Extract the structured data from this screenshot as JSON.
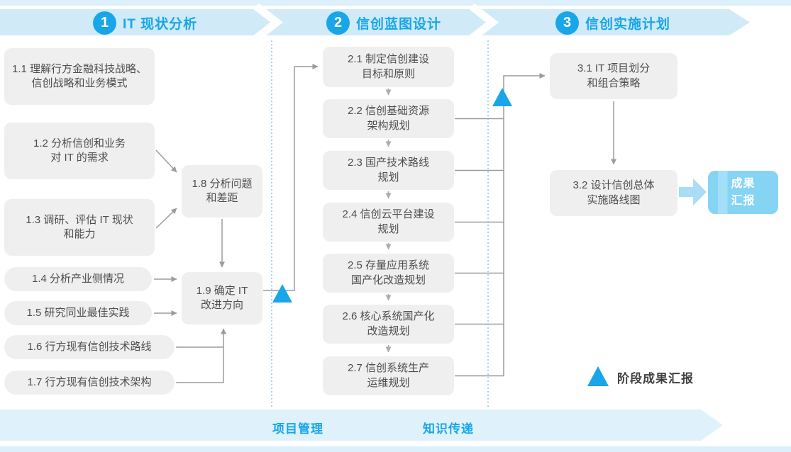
{
  "colors": {
    "accent_blue": "#18A6E8",
    "header_band_blue": "#D0EAF8",
    "bottom_band_blue": "#DFF2FB",
    "edge_strip_blue": "#DCF0FB",
    "box_gray": "#EFEFEF",
    "box_text_gray": "#4d4d4d",
    "connector_gray": "#9B9B9B",
    "deliverable_blue": "#85D4F3",
    "fat_arrow_blue": "#A9DDF6",
    "divider_dotted_blue": "#3FB3E6"
  },
  "phases": [
    {
      "number": "1",
      "title": "IT 现状分析"
    },
    {
      "number": "2",
      "title": "信创蓝图设计"
    },
    {
      "number": "3",
      "title": "信创实施计划"
    }
  ],
  "phase1": {
    "boxes": [
      {
        "id": "1.1",
        "label": "1.1 理解行方金融科技战略、\n信创战略和业务模式"
      },
      {
        "id": "1.2",
        "label": "1.2 分析信创和业务\n对 IT 的需求"
      },
      {
        "id": "1.3",
        "label": "1.3 调研、评估 IT 现状\n和能力"
      },
      {
        "id": "1.4",
        "label": "1.4 分析产业侧情况"
      },
      {
        "id": "1.5",
        "label": "1.5 研究同业最佳实践"
      },
      {
        "id": "1.6",
        "label": "1.6 行方现有信创技术路线"
      },
      {
        "id": "1.7",
        "label": "1.7 行方现有信创技术架构"
      },
      {
        "id": "1.8",
        "label": "1.8 分析问题\n和差距"
      },
      {
        "id": "1.9",
        "label": "1.9 确定 IT\n改进方向"
      }
    ]
  },
  "phase2": {
    "boxes": [
      {
        "id": "2.1",
        "label": "2.1 制定信创建设\n目标和原则"
      },
      {
        "id": "2.2",
        "label": "2.2 信创基础资源\n架构规划"
      },
      {
        "id": "2.3",
        "label": "2.3 国产技术路线\n规划"
      },
      {
        "id": "2.4",
        "label": "2.4 信创云平台建设\n规划"
      },
      {
        "id": "2.5",
        "label": "2.5 存量应用系统\n国产化改造规划"
      },
      {
        "id": "2.6",
        "label": "2.6 核心系统国产化\n改造规划"
      },
      {
        "id": "2.7",
        "label": "2.7 信创系统生产\n运维规划"
      }
    ]
  },
  "phase3": {
    "boxes": [
      {
        "id": "3.1",
        "label": "3.1 IT 项目划分\n和组合策略"
      },
      {
        "id": "3.2",
        "label": "3.2 设计信创总体\n实施路线图"
      }
    ]
  },
  "deliverable": {
    "label": "成果\n汇报"
  },
  "legend": {
    "label": "阶段成果汇报"
  },
  "bottom_band": {
    "labels": [
      "项目管理",
      "知识传递"
    ]
  }
}
